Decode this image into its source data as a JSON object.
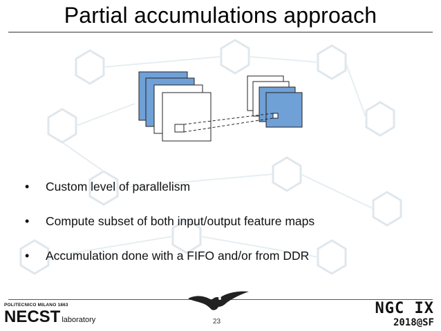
{
  "slide": {
    "title": "Partial accumulations approach",
    "bullets": [
      "Custom level of parallelism",
      "Compute subset of both input/output feature maps",
      "Accumulation done with a FIFO and/or from DDR"
    ],
    "page_number": "23"
  },
  "footer": {
    "left_logo": {
      "university": "POLITECNICO MILANO 1863",
      "lab_prefix": "NE",
      "lab_name": "CST",
      "lab_suffix": "laboratory"
    },
    "right_logo": {
      "conference": "NGC IX",
      "edition": "2018@SF"
    }
  },
  "colors": {
    "feature_map_blue": "#6fa0d6",
    "feature_map_white": "#ffffff",
    "text": "#000000",
    "background_pattern": "#e8eef2"
  },
  "icons": {
    "eagle": "eagle-icon"
  }
}
